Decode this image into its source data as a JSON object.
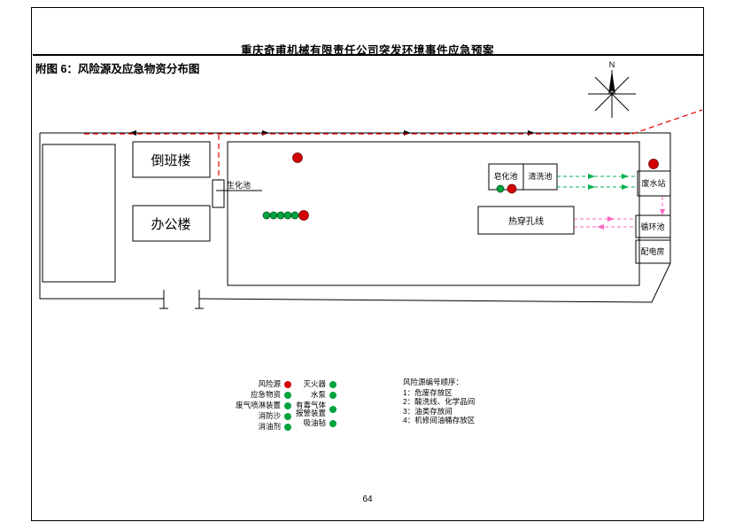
{
  "page": {
    "header_title": "重庆奇甫机械有限责任公司突发环境事件应急预案",
    "figure_label": "附图 6：风险源及应急物资分布图",
    "page_number": "64"
  },
  "compass": {
    "north_label": "N"
  },
  "plan": {
    "shift_building": "倒班楼",
    "office_building": "办公楼",
    "biochemical_pond": "生化池",
    "saponification_pool": "皂化池",
    "cleaning_pool": "清洗池",
    "hot_piercing_line": "热穿孔线",
    "wastewater_station": "废水站",
    "circulation_pool": "循环池",
    "power_distribution_room": "配电房"
  },
  "legend": {
    "col1": [
      {
        "label": "风险源",
        "marker": "red"
      },
      {
        "label": "应急物资",
        "marker": "green"
      },
      {
        "label": "废气喷淋装置",
        "marker": "green"
      },
      {
        "label": "消防沙",
        "marker": "green"
      },
      {
        "label": "消油剂",
        "marker": "green"
      }
    ],
    "col2": [
      {
        "label": "灭火器",
        "marker": "green"
      },
      {
        "label": "水泵",
        "marker": "green"
      },
      {
        "label": "有毒气体报警装置",
        "marker": "green"
      },
      {
        "label": "吸油毡",
        "marker": "green"
      }
    ]
  },
  "notes": {
    "title": "风险源编号顺序：",
    "items": [
      "1：危废存放区",
      "2：酸洗线、化学品间",
      "3：油类存放间",
      "4：机修间油桶存放区"
    ]
  },
  "colors": {
    "risk_red": "#d40000",
    "supply_green": "#00a23f",
    "flow_green": "#00b050",
    "flow_pink": "#ff66c4",
    "flow_red": "#e60000"
  }
}
